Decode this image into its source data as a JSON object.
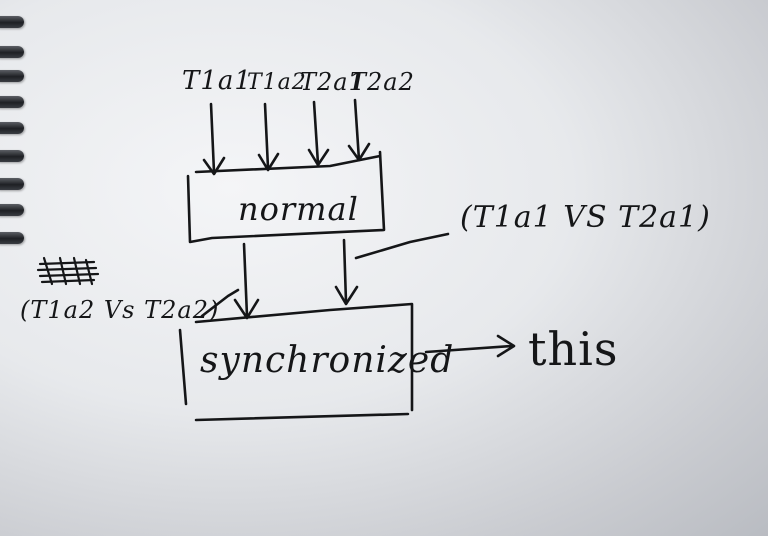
{
  "inputs": [
    {
      "label": "T1a1"
    },
    {
      "label": "T1a2"
    },
    {
      "label": "T2a1"
    },
    {
      "label": "T2a2"
    }
  ],
  "boxes": {
    "normal": "normal",
    "synchronized": "synchronized"
  },
  "annotations": {
    "right": "(T1a1 VS T2a1)",
    "left": "(T1a2 Vs T2a2)",
    "this": "this"
  }
}
